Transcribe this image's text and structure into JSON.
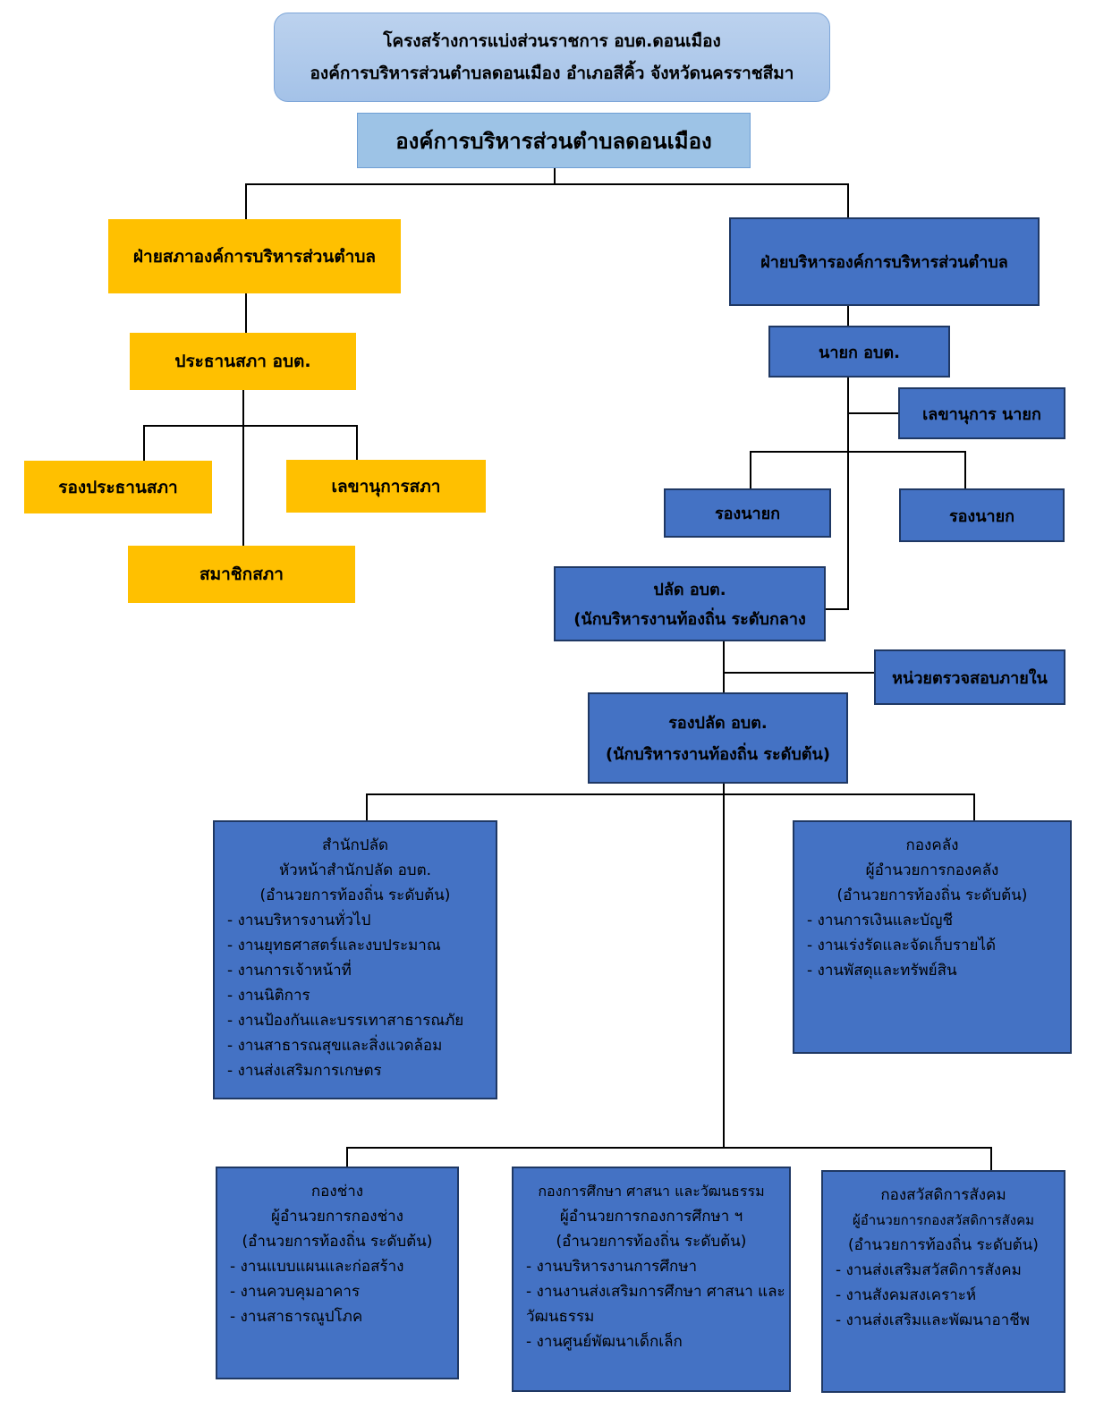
{
  "header": {
    "line1": "โครงสร้างการแบ่งส่วนราชการ อบต.ดอนเมือง",
    "line2": "องค์การบริหารส่วนตำบลดอนเมือง อำเภอสีคิ้ว จังหวัดนครราชสีมา"
  },
  "root": "องค์การบริหารส่วนตำบลดอนเมือง",
  "council": {
    "title": "ฝ่ายสภาองค์การบริหารส่วนตำบล",
    "chair": "ประธานสภา อบต.",
    "vice_chair": "รองประธานสภา",
    "secretary": "เลขานุการสภา",
    "members": "สมาชิกสภา"
  },
  "executive": {
    "title": "ฝ่ายบริหารองค์การบริหารส่วนตำบล",
    "mayor": "นายก อบต.",
    "mayor_secretary": "เลขานุการ นายก",
    "deputy_1": "รองนายก",
    "deputy_2": "รองนายก",
    "palad_line1": "ปลัด อบต.",
    "palad_line2": "(นักบริหารงานท้องถิ่น ระดับกลาง",
    "audit": "หน่วยตรวจสอบภายใน",
    "deputy_palad_line1": "รองปลัด อบต.",
    "deputy_palad_line2": "(นักบริหารงานท้องถิ่น ระดับต้น)"
  },
  "departments": [
    {
      "title": "สำนักปลัด",
      "head": "หัวหน้าสำนักปลัด อบต.",
      "level": "(อำนวยการท้องถิ่น ระดับต้น)",
      "items": [
        "งานบริหารงานทั่วไป",
        "งานยุทธศาสตร์และงบประมาณ",
        "งานการเจ้าหน้าที่",
        "งานนิติการ",
        "งานป้องกันและบรรเทาสาธารณภัย",
        "งานสาธารณสุขและสิ่งแวดล้อม",
        "งานส่งเสริมการเกษตร"
      ]
    },
    {
      "title": "กองคลัง",
      "head": "ผู้อำนวยการกองคลัง",
      "level": "(อำนวยการท้องถิ่น ระดับต้น)",
      "items": [
        "งานการเงินและบัญชี",
        "งานเร่งรัดและจัดเก็บรายได้",
        "งานพัสดุและทรัพย์สิน"
      ]
    },
    {
      "title": "กองช่าง",
      "head": "ผู้อำนวยการกองช่าง",
      "level": "(อำนวยการท้องถิ่น ระดับต้น)",
      "items": [
        "งานแบบแผนและก่อสร้าง",
        "งานควบคุมอาคาร",
        "งานสาธารณูปโภค"
      ]
    },
    {
      "title": "กองการศึกษา ศาสนา และวัฒนธรรม",
      "head": "ผู้อำนวยการกองการศึกษา ฯ",
      "level": "(อำนวยการท้องถิ่น ระดับต้น)",
      "items": [
        "งานบริหารงานการศึกษา",
        "งานงานส่งเสริมการศึกษา ศาสนา และวัฒนธรรม",
        "งานศูนย์พัฒนาเด็กเล็ก"
      ]
    },
    {
      "title": "กองสวัสดิการสังคม",
      "head": "ผู้อำนวยการกองสวัสดิการสังคม",
      "level": "(อำนวยการท้องถิ่น ระดับต้น)",
      "items": [
        "งานส่งเสริมสวัสดิการสังคม",
        "งานสังคมสงเคราะห์",
        "งานส่งเสริมและพัฒนาอาชีพ"
      ]
    }
  ]
}
